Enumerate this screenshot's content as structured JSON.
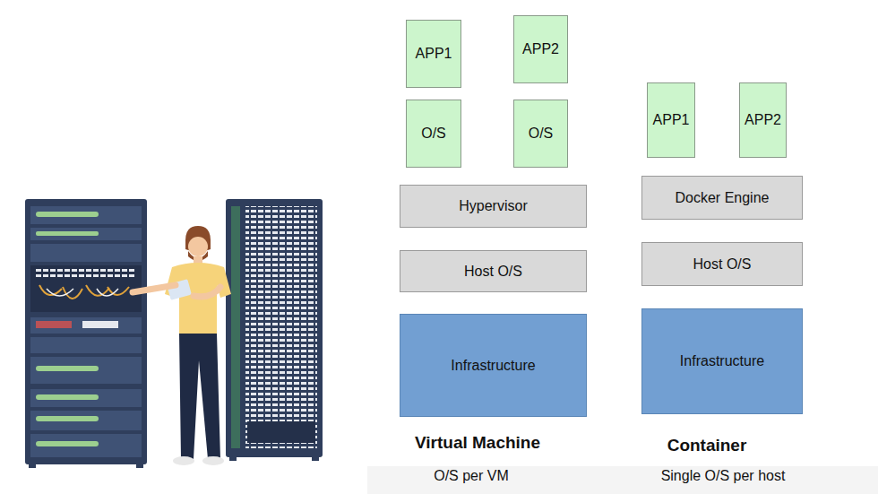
{
  "diagram": {
    "nodes": [
      {
        "text": [
          "APP1"
        ]
      },
      {
        "text": [
          "APP2"
        ]
      },
      {
        "text": [
          "O/S"
        ]
      },
      {
        "text": [
          "O/S"
        ]
      },
      {
        "text": [
          "Hypervisor"
        ]
      },
      {
        "text": [
          "Host O/S"
        ]
      },
      {
        "text": [
          "Infrastructure"
        ]
      },
      {
        "text": [
          "APP1"
        ]
      },
      {
        "text": [
          "APP2"
        ]
      },
      {
        "text": [
          "Docker Engine"
        ]
      },
      {
        "text": [
          "Host O/S"
        ]
      },
      {
        "text": [
          "Infrastructure"
        ]
      }
    ],
    "labels": [
      "Virtual Machine",
      "O/S per VM",
      "Container",
      "Single O/S per host"
    ]
  }
}
